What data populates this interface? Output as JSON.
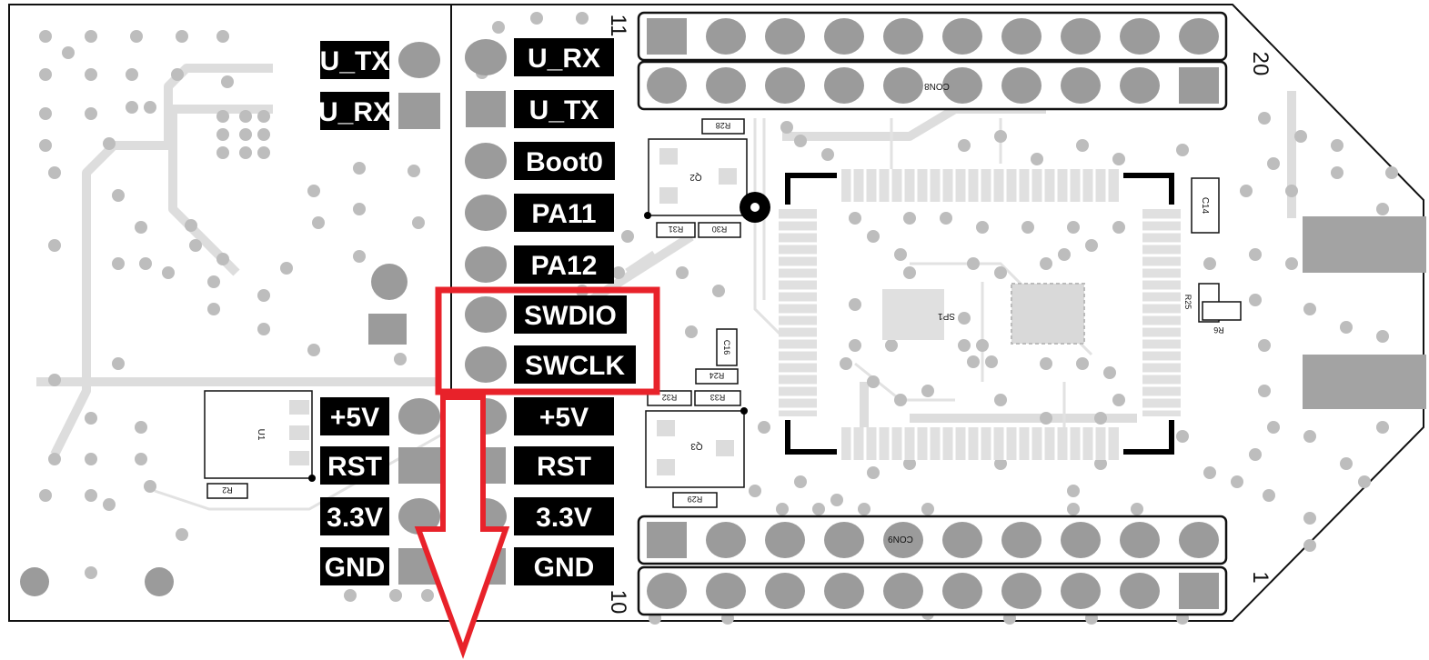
{
  "left_header": {
    "labels": [
      "U_TX",
      "U_RX",
      "+5V",
      "RST",
      "3.3V",
      "GND"
    ]
  },
  "center_header": {
    "labels": [
      "U_RX",
      "U_TX",
      "Boot0",
      "PA11",
      "PA12",
      "SWDIO",
      "SWCLK",
      "+5V",
      "RST",
      "3.3V",
      "GND"
    ],
    "highlighted": [
      "SWDIO",
      "SWCLK"
    ]
  },
  "pin_numbers": {
    "top_left": "11",
    "top_right": "20",
    "bottom_left": "10",
    "bottom_right": "1"
  },
  "connectors": {
    "top": "CON8",
    "bottom": "CON9"
  },
  "components": {
    "q2": "Q2",
    "q3": "Q3",
    "u1": "U1",
    "sp1": "SP1",
    "r28": "R28",
    "r31": "R31",
    "r30": "R30",
    "r32": "R32",
    "r33": "R33",
    "r24": "R24",
    "c16": "C16",
    "r29": "R29",
    "r2": "R2",
    "c14": "C14",
    "r25": "R25",
    "r6": "R6"
  },
  "colors": {
    "highlight": "#e8222a",
    "label_bg": "#000000",
    "pad": "#9b9b9b",
    "trace": "#dddddd",
    "via": "#bdbdbd"
  }
}
